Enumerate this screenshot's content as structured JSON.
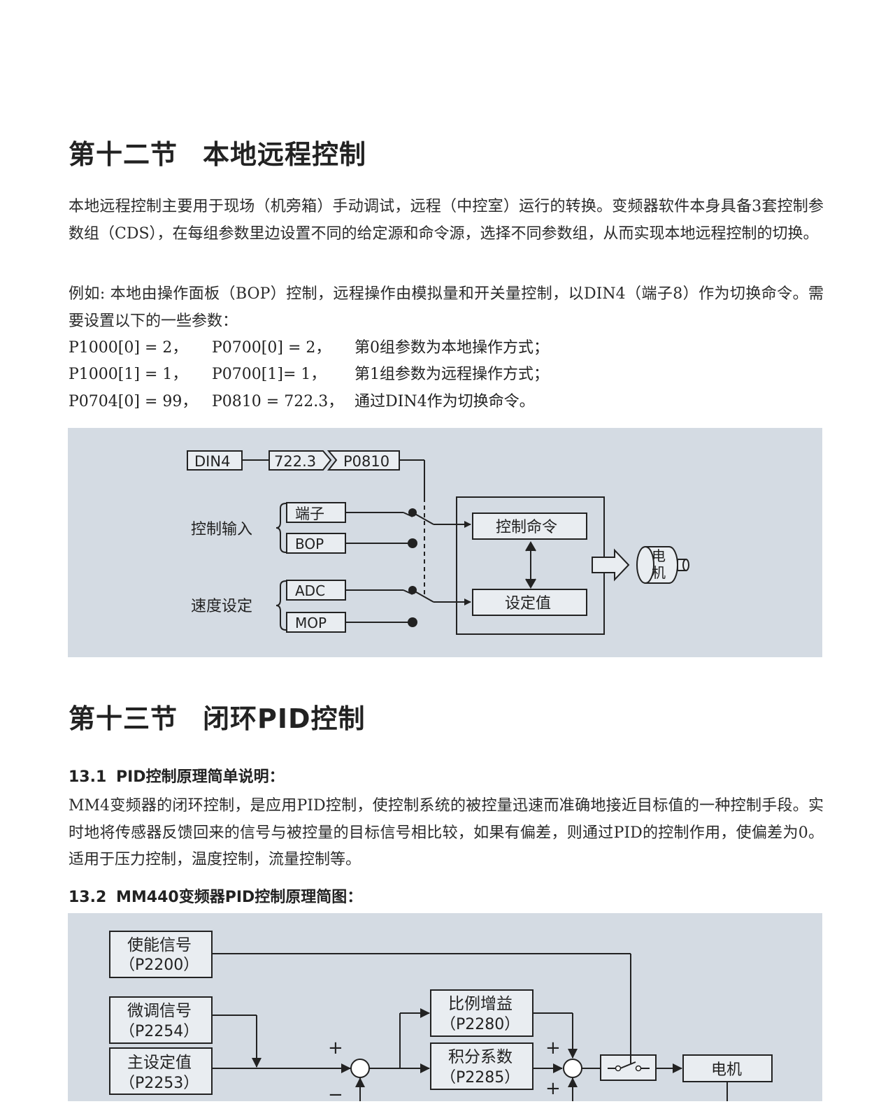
{
  "section12": {
    "number": "第十二节",
    "title": "本地远程控制",
    "intro": "本地远程控制主要用于现场（机旁箱）手动调试，远程（中控室）运行的转换。变频器软件本身具备3套控制参数组（CDS），在每组参数里边设置不同的给定源和命令源，选择不同参数组，从而实现本地远程控制的切换。",
    "example": "例如: 本地由操作面板（BOP）控制，远程操作由模拟量和开关量控制，以DIN4（端子8）作为切换命令。需要设置以下的一些参数：",
    "params": [
      {
        "a": "P1000[0] = 2，",
        "b": "P0700[0] = 2，",
        "c": "第0组参数为本地操作方式；"
      },
      {
        "a": "P1000[1] = 1，",
        "b": "P0700[1]= 1，",
        "c": "第1组参数为远程操作方式；"
      },
      {
        "a": "P0704[0] = 99，",
        "b": "P0810 = 722.3，",
        "c": "通过DIN4作为切换命令。"
      }
    ],
    "diagram": {
      "din4": "DIN4",
      "val": "722.3",
      "param": "P0810",
      "ctrl_input": "控制输入",
      "speed_setting": "速度设定",
      "terminal": "端子",
      "bop": "BOP",
      "adc": "ADC",
      "mop": "MOP",
      "ctrl_cmd": "控制命令",
      "setpoint": "设定值",
      "motor_1": "电",
      "motor_2": "机"
    }
  },
  "section13": {
    "number": "第十三节",
    "title": "闭环PID控制",
    "sub1_num": "13.1",
    "sub1_title": "PID控制原理简单说明：",
    "sub1_text": "MM4变频器的闭环控制，是应用PID控制，使控制系统的被控量迅速而准确地接近目标值的一种控制手段。实时地将传感器反馈回来的信号与被控量的目标信号相比较，如果有偏差，则通过PID的控制作用，使偏差为0。适用于压力控制，温度控制，流量控制等。",
    "sub2_num": "13.2",
    "sub2_title": "MM440变频器PID控制原理简图：",
    "diagram": {
      "enable_1": "使能信号",
      "enable_2": "（P2200）",
      "trim_1": "微调信号",
      "trim_2": "（P2254）",
      "main_1": "主设定值",
      "main_2": "（P2253）",
      "prop_1": "比例增益",
      "prop_2": "（P2280）",
      "integ_1": "积分系数",
      "integ_2": "（P2285）",
      "motor": "电机",
      "plus": "+",
      "minus": "−"
    }
  }
}
